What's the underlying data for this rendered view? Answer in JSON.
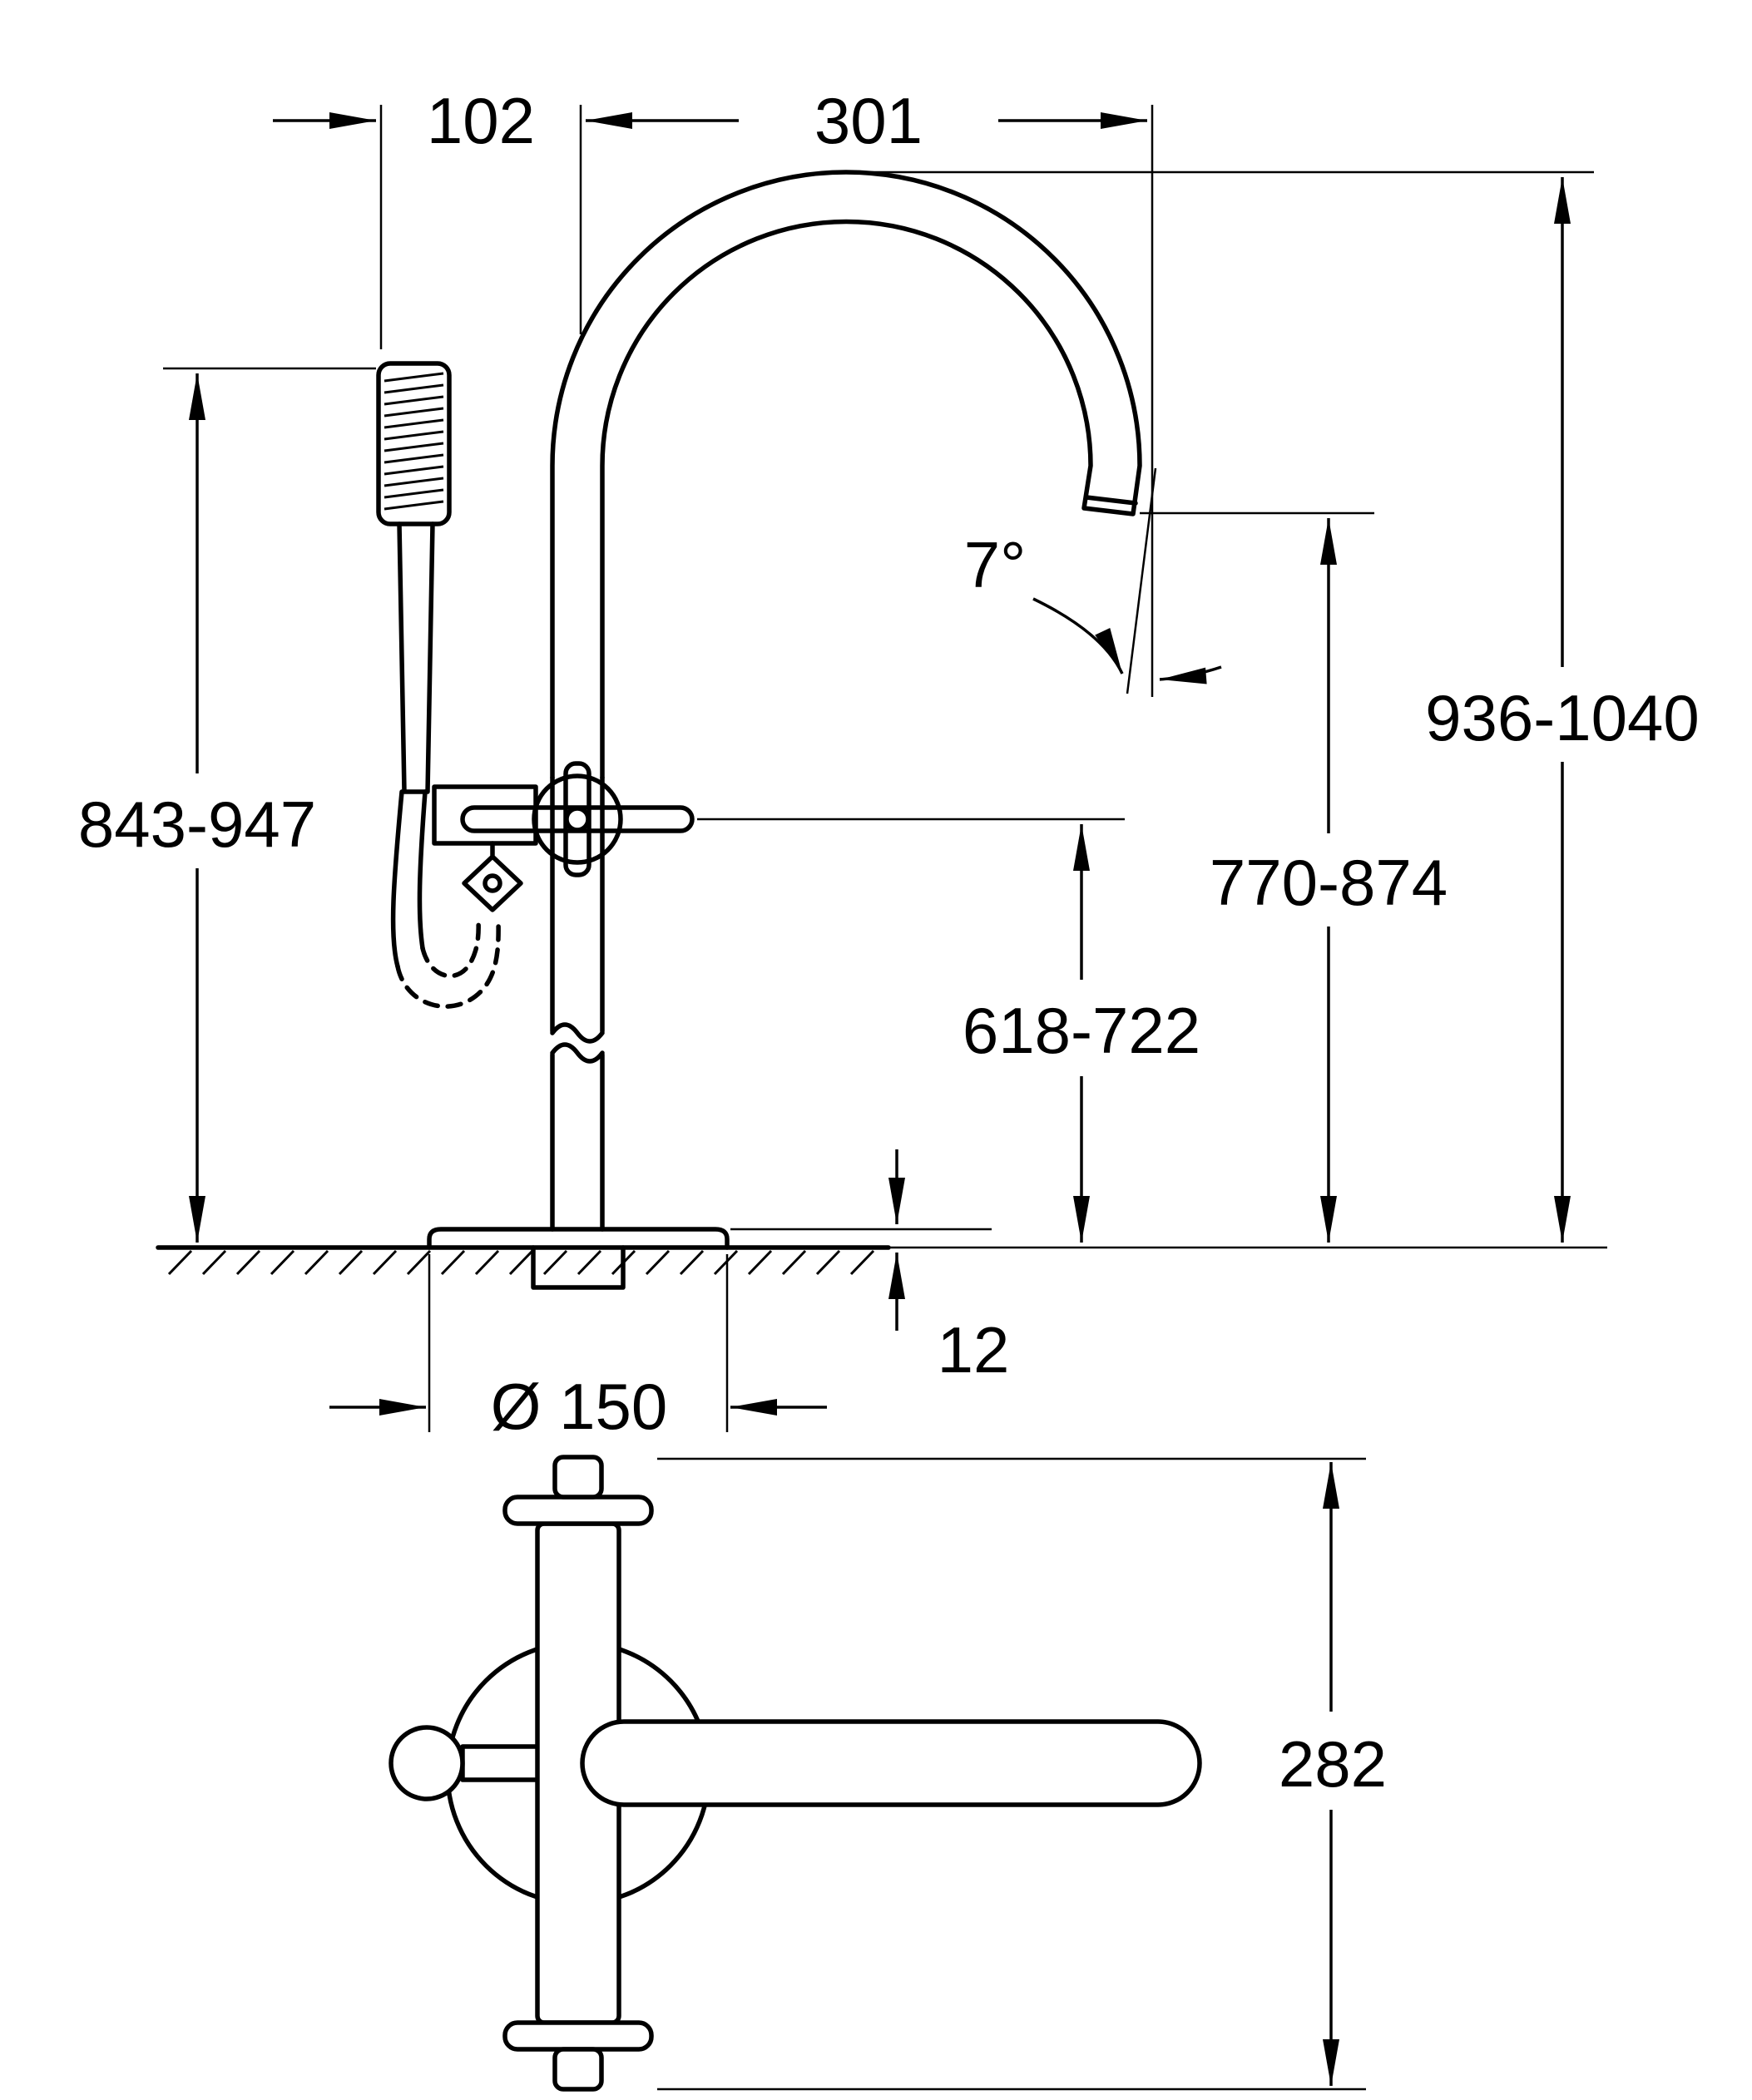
{
  "drawing": {
    "background": "#ffffff",
    "line_color": "#000000",
    "side_view": {
      "dim_shower_offset": "102",
      "dim_spout_reach": "301",
      "dim_shower_height": "843-947",
      "dim_total_height": "936-1040",
      "dim_outlet_height": "770-874",
      "dim_handle_height": "618-722",
      "dim_spout_angle": "7°",
      "dim_base_diameter": "Ø 150",
      "dim_base_thickness": "12"
    },
    "plan_view": {
      "dim_overall_depth": "282"
    }
  }
}
